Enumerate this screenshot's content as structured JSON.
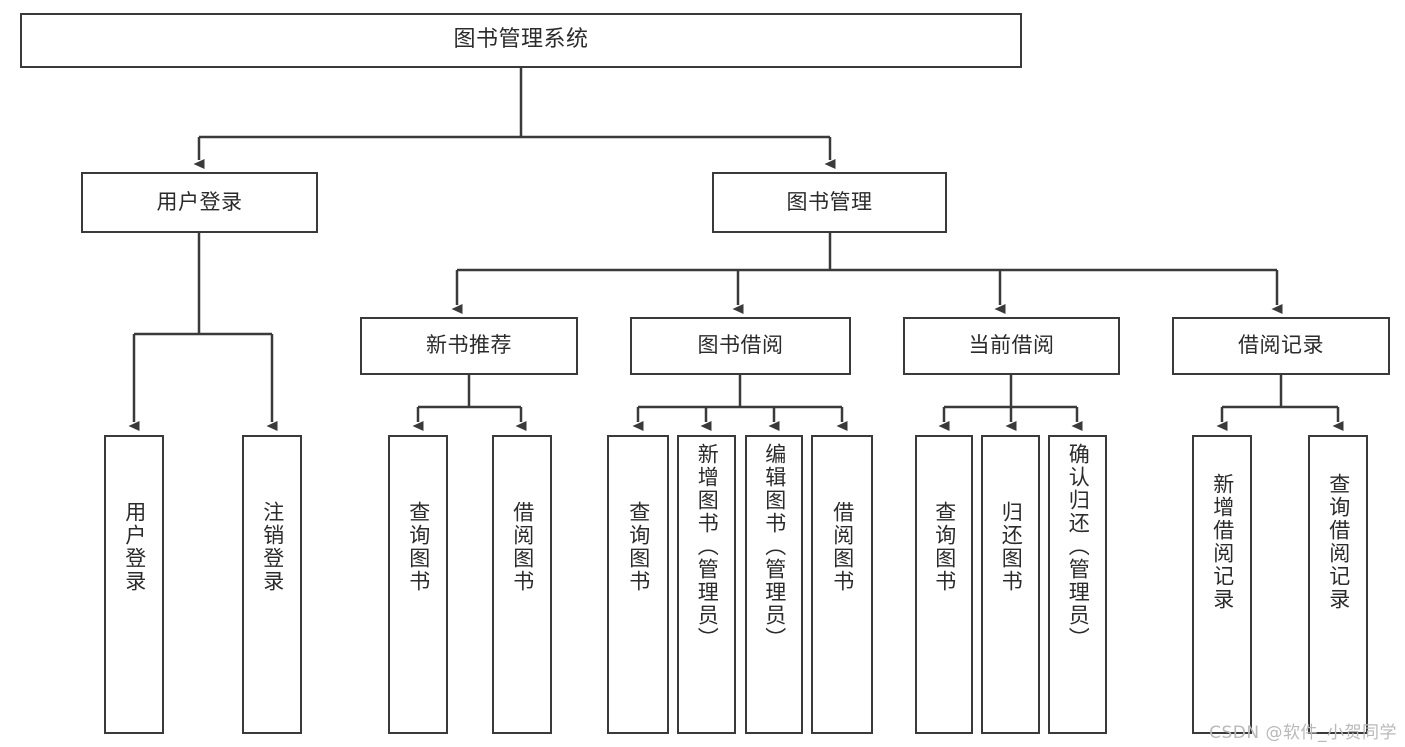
{
  "diagram": {
    "title": "图书管理系统",
    "type": "tree",
    "watermark": "CSDN @软件_小贺同学",
    "colors": {
      "box_border": "#3a3a3a",
      "box_fill": "#ffffff",
      "connector": "#3a3a3a",
      "text": "#2b2b2b",
      "watermark": "#b9b9b9",
      "background": "#ffffff"
    },
    "root": {
      "label": "图书管理系统"
    },
    "level2": [
      {
        "label": "用户登录"
      },
      {
        "label": "图书管理"
      }
    ],
    "level3": [
      {
        "label": "新书推荐"
      },
      {
        "label": "图书借阅"
      },
      {
        "label": "当前借阅"
      },
      {
        "label": "借阅记录"
      }
    ],
    "leaves": {
      "user_login": [
        {
          "label": "用户登录"
        },
        {
          "label": "注销登录"
        }
      ],
      "new_book_recommend": [
        {
          "label": "查询图书"
        },
        {
          "label": "借阅图书"
        }
      ],
      "book_borrow": [
        {
          "label": "查询图书"
        },
        {
          "label": "新增图书（管理员）"
        },
        {
          "label": "编辑图书（管理员）"
        },
        {
          "label": "借阅图书"
        }
      ],
      "current_borrow": [
        {
          "label": "查询图书"
        },
        {
          "label": "归还图书"
        },
        {
          "label": "确认归还（管理员）"
        }
      ],
      "borrow_record": [
        {
          "label": "新增借阅记录"
        },
        {
          "label": "查询借阅记录"
        }
      ]
    }
  }
}
